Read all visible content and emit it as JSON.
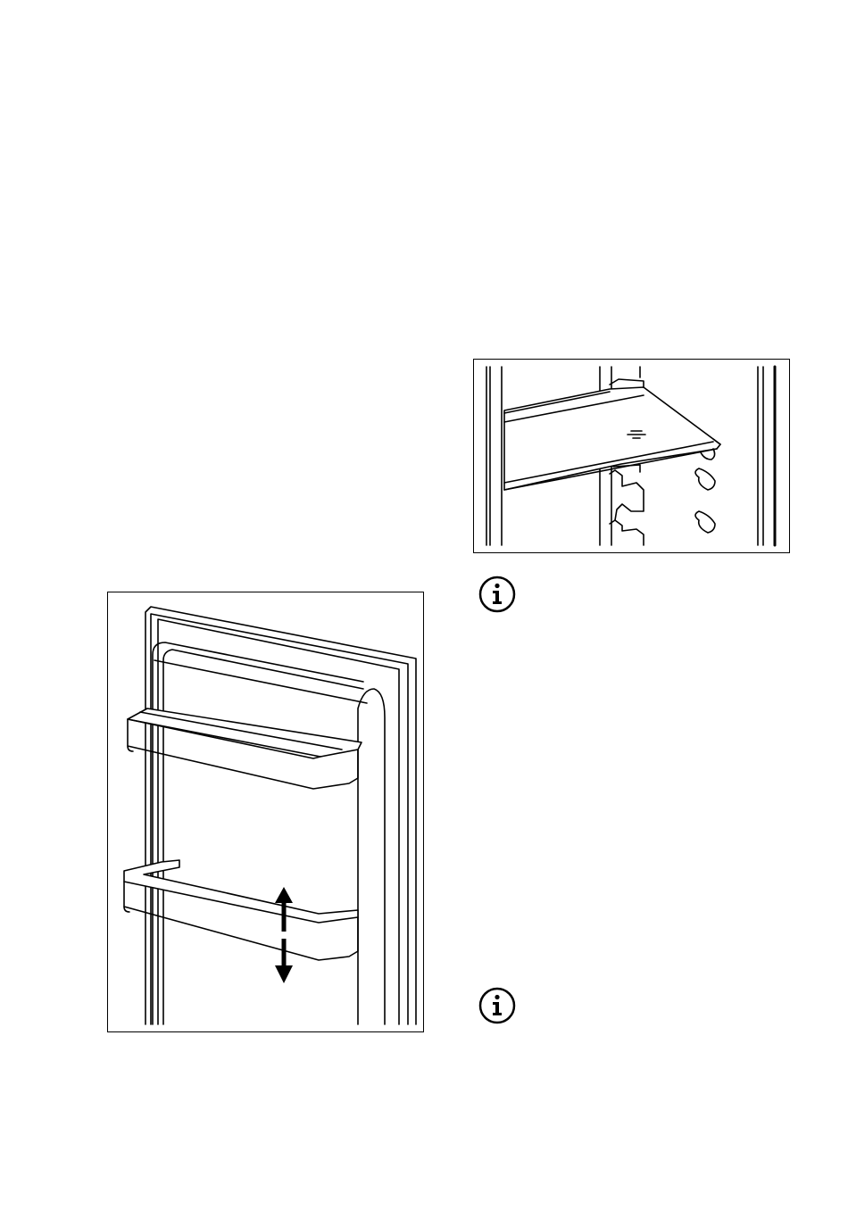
{
  "page": {
    "figures": [
      {
        "name": "glass-shelf-illustration",
        "kind": "line-drawing"
      },
      {
        "name": "door-balcony-illustration",
        "kind": "line-drawing"
      }
    ],
    "icons": [
      "info-icon",
      "info-icon"
    ]
  }
}
